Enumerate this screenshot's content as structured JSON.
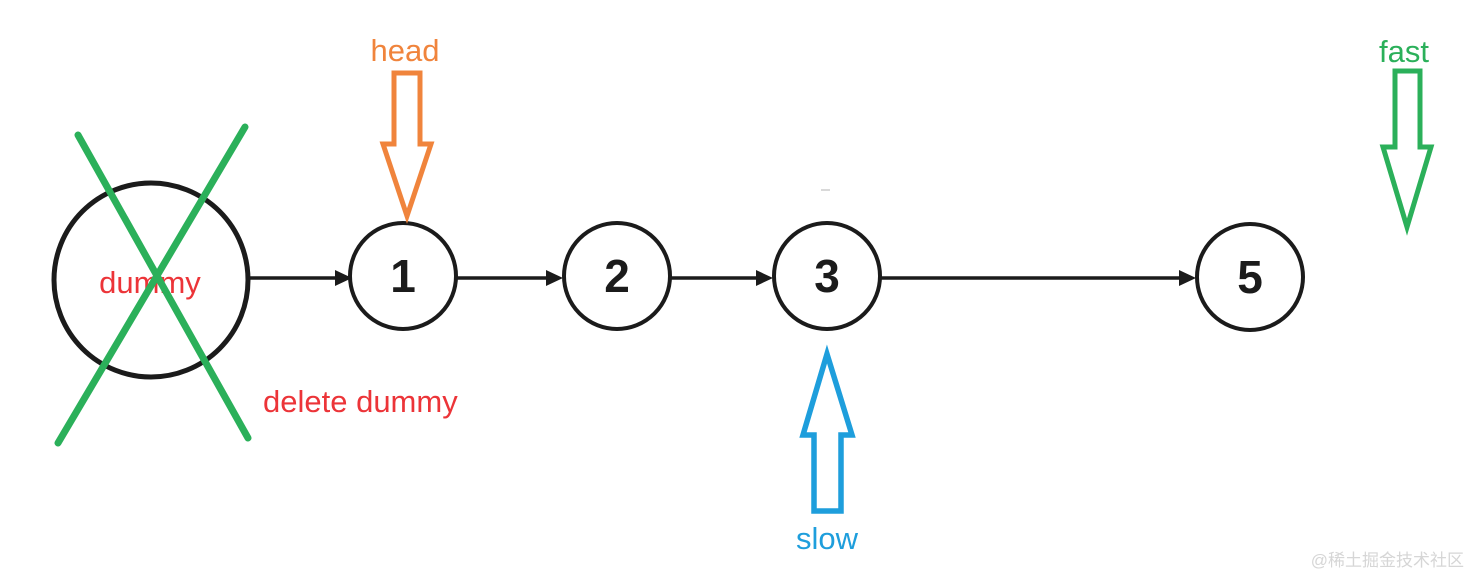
{
  "diagram": {
    "description": "singly linked list with dummy head removal, slow and fast pointers"
  },
  "dummy": {
    "label": "dummy",
    "caption": "delete dummy"
  },
  "pointers": {
    "head": "head",
    "slow": "slow",
    "fast": "fast"
  },
  "nodes": [
    {
      "value": "1"
    },
    {
      "value": "2"
    },
    {
      "value": "3"
    },
    {
      "value": "5"
    }
  ],
  "colors": {
    "red": "#EC3438",
    "orange": "#F0843C",
    "green": "#2BB05A",
    "blue": "#1E9EDC",
    "black": "#1b1b1b",
    "watermark": "#d6d6d6"
  },
  "watermark": {
    "text": "@稀土掘金技术社区"
  }
}
